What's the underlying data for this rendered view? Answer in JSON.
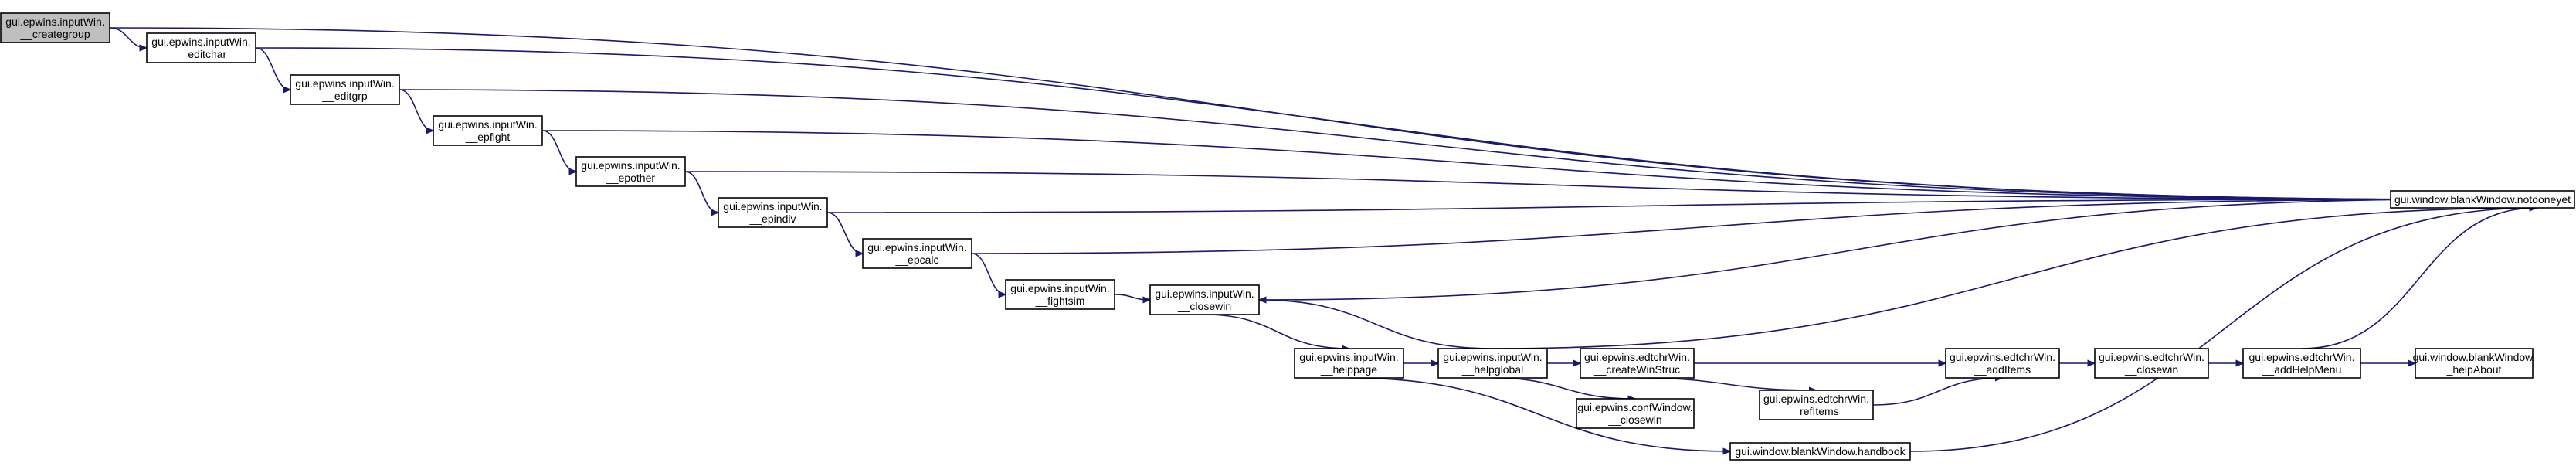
{
  "diagram": {
    "type": "call-graph",
    "colors": {
      "edge": "#191970",
      "node_border": "#000000",
      "node_fill": "#ffffff",
      "root_fill": "#bfbfbf"
    },
    "nodes": [
      {
        "id": "creategroup",
        "lines": [
          "gui.epwins.inputWin.",
          "__creategroup"
        ],
        "root": true
      },
      {
        "id": "editchar",
        "lines": [
          "gui.epwins.inputWin.",
          "__editchar"
        ]
      },
      {
        "id": "editgrp",
        "lines": [
          "gui.epwins.inputWin.",
          "__editgrp"
        ]
      },
      {
        "id": "epfight",
        "lines": [
          "gui.epwins.inputWin.",
          "__epfight"
        ]
      },
      {
        "id": "epother",
        "lines": [
          "gui.epwins.inputWin.",
          "__epother"
        ]
      },
      {
        "id": "epindiv",
        "lines": [
          "gui.epwins.inputWin.",
          "__epindiv"
        ]
      },
      {
        "id": "epcalc",
        "lines": [
          "gui.epwins.inputWin.",
          "__epcalc"
        ]
      },
      {
        "id": "fightsim",
        "lines": [
          "gui.epwins.inputWin.",
          "__fightsim"
        ]
      },
      {
        "id": "closewin",
        "lines": [
          "gui.epwins.inputWin.",
          "__closewin"
        ]
      },
      {
        "id": "helppage",
        "lines": [
          "gui.epwins.inputWin.",
          "__helppage"
        ]
      },
      {
        "id": "helpglobal",
        "lines": [
          "gui.epwins.inputWin.",
          "__helpglobal"
        ]
      },
      {
        "id": "createWinStruc",
        "lines": [
          "gui.epwins.edtchrWin.",
          "__createWinStruc"
        ]
      },
      {
        "id": "confclosewin",
        "lines": [
          "gui.epwins.confWindow.",
          "__closewin"
        ]
      },
      {
        "id": "refitems",
        "lines": [
          "gui.epwins.edtchrWin.",
          "_refItems"
        ]
      },
      {
        "id": "additems",
        "lines": [
          "gui.epwins.edtchrWin.",
          "__addItems"
        ]
      },
      {
        "id": "edtclosewin",
        "lines": [
          "gui.epwins.edtchrWin.",
          "__closewin"
        ]
      },
      {
        "id": "addhelpmenu",
        "lines": [
          "gui.epwins.edtchrWin.",
          "__addHelpMenu"
        ]
      },
      {
        "id": "helpabout",
        "lines": [
          "gui.window.blankWindow.",
          "_helpAbout"
        ]
      },
      {
        "id": "handbook",
        "lines": [
          "gui.window.blankWindow.handbook"
        ]
      },
      {
        "id": "notdoneyet",
        "lines": [
          "gui.window.blankWindow.notdoneyet"
        ]
      }
    ],
    "edges": [
      {
        "from": "creategroup",
        "to": "editchar"
      },
      {
        "from": "creategroup",
        "to": "notdoneyet"
      },
      {
        "from": "editchar",
        "to": "editgrp"
      },
      {
        "from": "editchar",
        "to": "notdoneyet"
      },
      {
        "from": "editgrp",
        "to": "epfight"
      },
      {
        "from": "editgrp",
        "to": "notdoneyet"
      },
      {
        "from": "epfight",
        "to": "epother"
      },
      {
        "from": "epfight",
        "to": "notdoneyet"
      },
      {
        "from": "epother",
        "to": "epindiv"
      },
      {
        "from": "epother",
        "to": "notdoneyet"
      },
      {
        "from": "epindiv",
        "to": "epcalc"
      },
      {
        "from": "epindiv",
        "to": "notdoneyet"
      },
      {
        "from": "epcalc",
        "to": "fightsim"
      },
      {
        "from": "epcalc",
        "to": "notdoneyet"
      },
      {
        "from": "fightsim",
        "to": "closewin"
      },
      {
        "from": "closewin",
        "to": "helppage"
      },
      {
        "from": "closewin",
        "to": "notdoneyet"
      },
      {
        "from": "helppage",
        "to": "helpglobal"
      },
      {
        "from": "helppage",
        "to": "handbook"
      },
      {
        "from": "helpglobal",
        "to": "closewin"
      },
      {
        "from": "helpglobal",
        "to": "notdoneyet"
      },
      {
        "from": "helpglobal",
        "to": "createWinStruc"
      },
      {
        "from": "helpglobal",
        "to": "confclosewin"
      },
      {
        "from": "createWinStruc",
        "to": "additems"
      },
      {
        "from": "createWinStruc",
        "to": "refitems"
      },
      {
        "from": "refitems",
        "to": "additems"
      },
      {
        "from": "additems",
        "to": "edtclosewin"
      },
      {
        "from": "edtclosewin",
        "to": "addhelpmenu"
      },
      {
        "from": "addhelpmenu",
        "to": "notdoneyet"
      },
      {
        "from": "addhelpmenu",
        "to": "helpabout"
      },
      {
        "from": "handbook",
        "to": "notdoneyet"
      }
    ]
  }
}
